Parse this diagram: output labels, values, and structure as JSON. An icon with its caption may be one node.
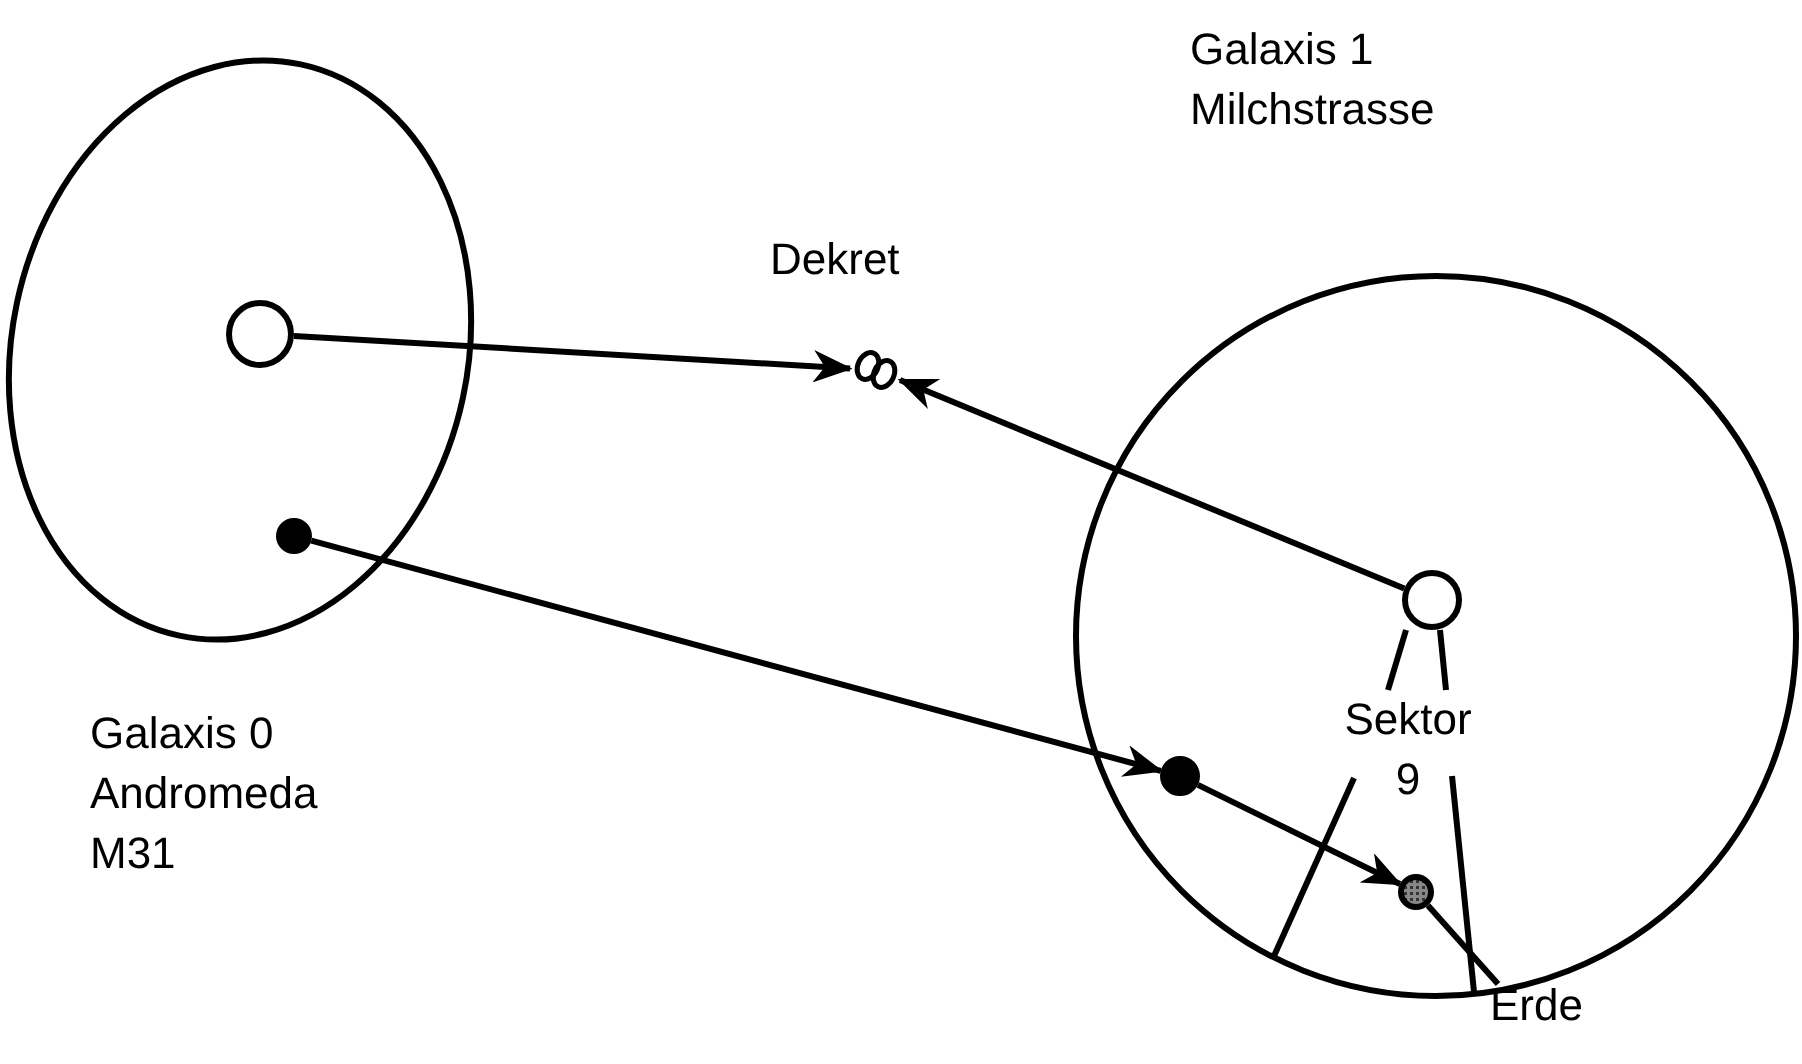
{
  "diagram": {
    "nodes": [
      {
        "text": [
          "Galaxis 0 Andromeda M31"
        ]
      },
      {
        "text": [
          "Galaxis 1 Milchstrasse"
        ]
      },
      {
        "text": [],
        "shape": "circle",
        "in": 0
      },
      {
        "text": [],
        "shape": "circle",
        "in": 0
      },
      {
        "text": [
          "Dekret"
        ]
      },
      {
        "text": [],
        "shape": "circle",
        "in": 1
      },
      {
        "text": [],
        "shape": "circle",
        "in": 1
      },
      {
        "text": [],
        "shape": "circle",
        "in": 1
      },
      {
        "text": [
          "Erde"
        ]
      }
    ],
    "edges": [
      {
        "from": 2,
        "to": 4,
        "arrow": "to"
      },
      {
        "from": 5,
        "to": 4,
        "arrow": "to"
      },
      {
        "from": 3,
        "to": 6,
        "arrow": "to"
      },
      {
        "from": 6,
        "to": 7,
        "arrow": "to"
      },
      {
        "from": 8,
        "to": 7,
        "arrow": "none"
      }
    ],
    "labels": [
      "Sektor 9"
    ]
  }
}
